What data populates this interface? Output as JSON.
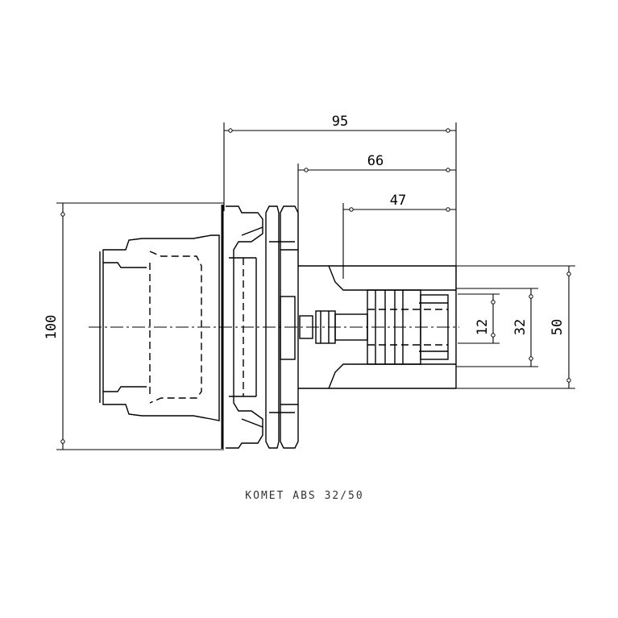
{
  "dimensions": {
    "overall_length": "95",
    "shank_length": "66",
    "clamp_length": "47",
    "flange_diameter": "100",
    "bore_diameter": "12",
    "collet_diameter": "32",
    "nose_diameter": "50"
  },
  "caption": "KOMET ABS 32/50"
}
